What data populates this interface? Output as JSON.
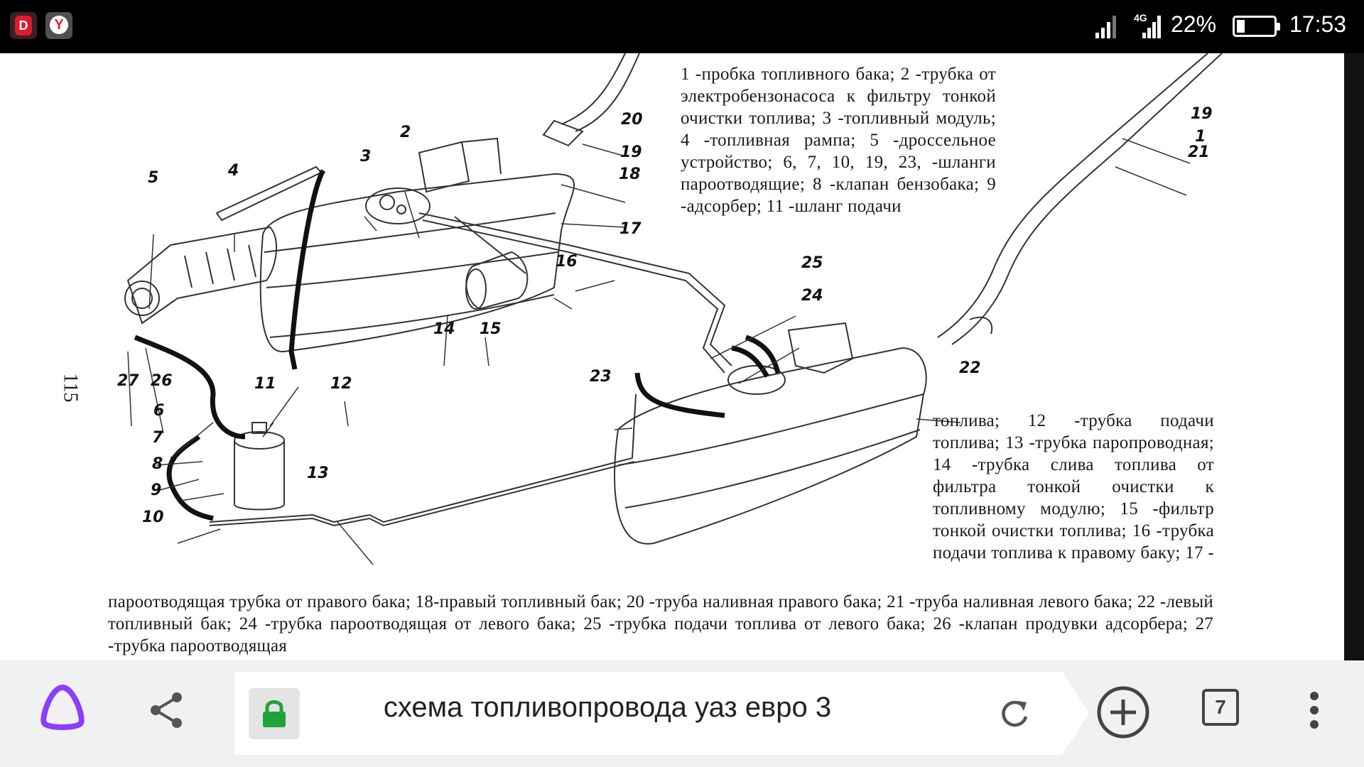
{
  "status_bar": {
    "apps": [
      {
        "icon": "app-d-icon",
        "letter": "D"
      },
      {
        "icon": "yandex-browser-icon",
        "letter": "Y"
      }
    ],
    "network": "4G",
    "battery_percent": "22%",
    "battery_level": 0.22,
    "time": "17:53"
  },
  "page": {
    "page_number": "115",
    "caption_top": "1 -пробка топливного бака; 2 -трубка от электробензонасоса к фильтру тонкой очистки топлива; 3 -топливный модуль; 4 -топливная рампа; 5 -дроссельное устройство; 6, 7, 10, 19, 23, -шланги пароотводящие; 8 -клапан бензобака; 9 -адсорбер; 11 -шланг подачи",
    "caption_right": "топлива; 12 -трубка подачи топлива; 13 -трубка паропроводная; 14 -трубка слива топлива от фильтра тонкой очистки к топливному модулю; 15 -фильтр тонкой очистки топлива; 16 -трубка подачи топлива к правому баку; 17 -",
    "caption_bottom": "пароотводящая трубка от правого бака; 18-правый топливный бак; 20 -труба наливная правого бака; 21 -труба наливная левого бака; 22 -левый топливный бак; 24 -трубка пароотводящая от левого бака; 25 -трубка подачи топлива от левого бака; 26 -клапан продувки адсорбера; 27 -трубка пароотводящая",
    "labels": [
      "1",
      "2",
      "3",
      "4",
      "5",
      "6",
      "7",
      "8",
      "9",
      "10",
      "11",
      "12",
      "13",
      "14",
      "15",
      "16",
      "17",
      "18",
      "19",
      "19",
      "20",
      "21",
      "22",
      "23",
      "24",
      "25",
      "26",
      "27"
    ]
  },
  "browser": {
    "query": "схема топливопровода уаз евро 3",
    "tab_count": "7",
    "icons": {
      "alice": "alice-icon",
      "share": "share-icon",
      "lock": "lock-icon",
      "reload": "reload-icon",
      "new_tab": "plus-circle-icon",
      "menu": "more-vert-icon"
    },
    "colors": {
      "alice": "#8a3ffc",
      "lock": "#1fa33b"
    }
  }
}
